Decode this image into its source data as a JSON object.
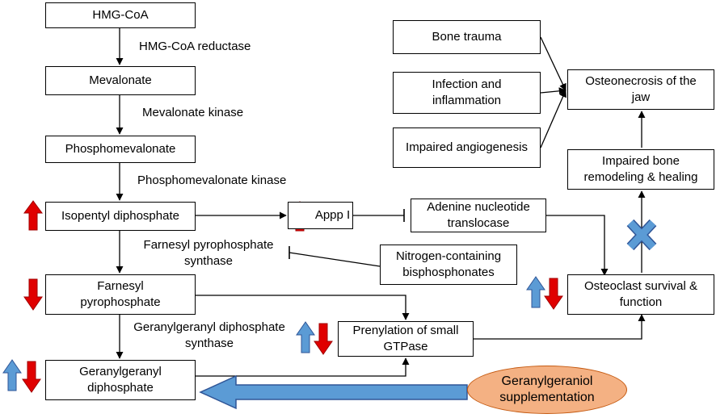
{
  "nodes": {
    "hmg_coa": "HMG-CoA",
    "mevalonate": "Mevalonate",
    "phosphomevalonate": "Phosphomevalonate",
    "isopentyl": "Isopentyl diphosphate",
    "farnesyl": "Farnesyl pyrophosphate",
    "geranylgeranyl": "Geranylgeranyl diphosphate",
    "appp": "Appp I",
    "ant": "Adenine nucleotide translocase",
    "ncb": "Nitrogen-containing bisphosphonates",
    "prenylation": "Prenylation of small GTPase",
    "osteoclast": "Osteoclast survival & function",
    "impaired_bone": "Impaired bone remodeling & healing",
    "onj": "Osteonecrosis of the jaw",
    "bone_trauma": "Bone trauma",
    "infection": "Infection and inflammation",
    "angiogenesis": "Impaired angiogenesis",
    "ggoh": "Geranylgeraniol supplementation"
  },
  "enzymes": {
    "hmg_reductase": "HMG-CoA reductase",
    "mev_kinase": "Mevalonate kinase",
    "phosmev_kinase": "Phosphomevalonate kinase",
    "fpp_synthase": "Farnesyl pyrophosphate synthase",
    "ggpp_synthase": "Geranylgeranyl diphosphate synthase"
  },
  "colors": {
    "up_blue": "#5b9bd5",
    "down_red": "#e00000",
    "arrow_blue": "#4a7ebb",
    "oval_fill": "#f4b183"
  }
}
